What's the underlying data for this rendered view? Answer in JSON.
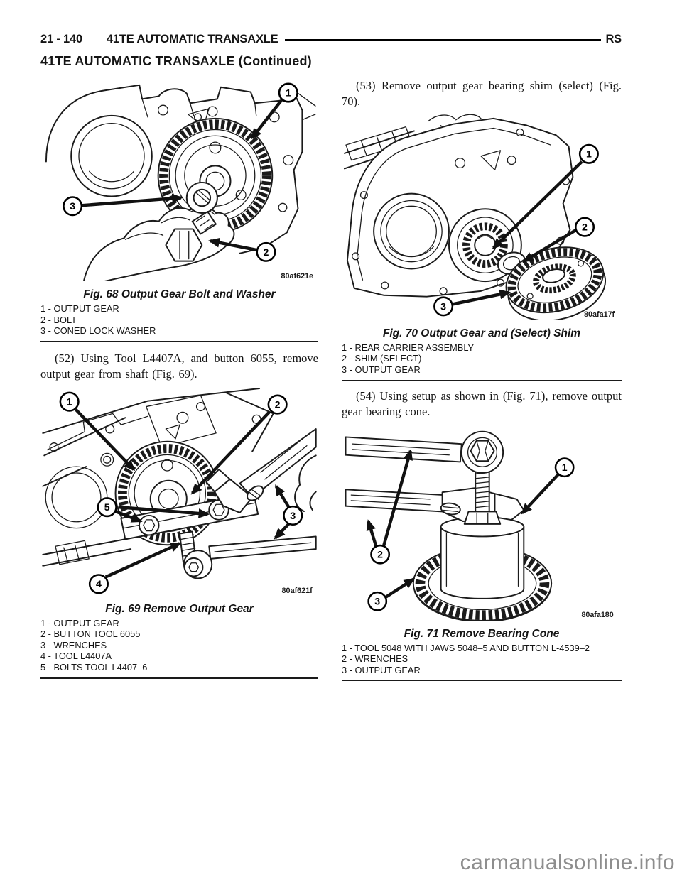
{
  "header": {
    "page_number": "21 - 140",
    "section_title": "41TE AUTOMATIC TRANSAXLE",
    "corner_label": "RS",
    "continued_title": "41TE AUTOMATIC TRANSAXLE (Continued)"
  },
  "steps": {
    "step_52": "(52) Using Tool L4407A, and button 6055, remove output gear from shaft (Fig. 69).",
    "step_53": "(53) Remove output gear bearing shim (select) (Fig. 70).",
    "step_54": "(54) Using setup as shown in (Fig. 71), remove output gear bearing cone."
  },
  "figures": {
    "fig68": {
      "caption": "Fig. 68 Output Gear Bolt and Washer",
      "image_code": "80af621e",
      "callouts": [
        "1",
        "2",
        "3"
      ],
      "legend": [
        "1 - OUTPUT GEAR",
        "2 - BOLT",
        "3 - CONED LOCK WASHER"
      ]
    },
    "fig69": {
      "caption": "Fig. 69 Remove Output Gear",
      "image_code": "80af621f",
      "callouts": [
        "1",
        "2",
        "3",
        "4",
        "5"
      ],
      "legend": [
        "1 - OUTPUT GEAR",
        "2 - BUTTON TOOL 6055",
        "3 - WRENCHES",
        "4 - TOOL L4407A",
        "5 - BOLTS TOOL L4407–6"
      ]
    },
    "fig70": {
      "caption": "Fig. 70 Output Gear and (Select) Shim",
      "image_code": "80afa17f",
      "callouts": [
        "1",
        "2",
        "3"
      ],
      "legend": [
        "1 - REAR CARRIER ASSEMBLY",
        "2 - SHIM (SELECT)",
        "3 - OUTPUT GEAR"
      ]
    },
    "fig71": {
      "caption": "Fig. 71 Remove Bearing Cone",
      "image_code": "80afa180",
      "callouts": [
        "1",
        "2",
        "3"
      ],
      "legend": [
        "1 - TOOL 5048 WITH JAWS 5048–5 AND BUTTON L-4539–2",
        "2 - WRENCHES",
        "3 - OUTPUT GEAR"
      ]
    }
  },
  "watermark": "carmanualsonline.info"
}
